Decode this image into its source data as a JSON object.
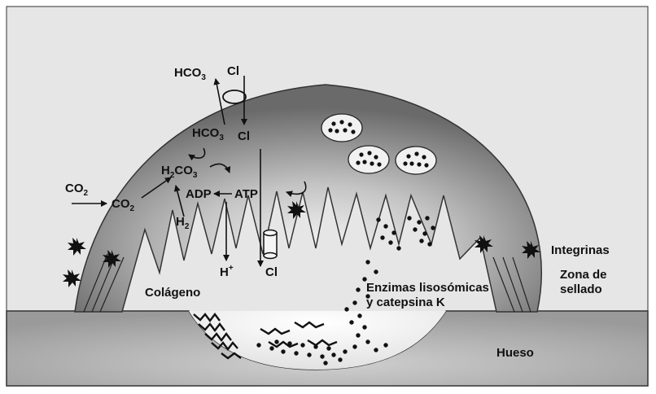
{
  "labels": {
    "hco3_out": "HCO",
    "hco3_out_sub": "3",
    "cl_top": "Cl",
    "hco3_in": "HCO",
    "hco3_in_sub": "3",
    "cl_in": "Cl",
    "h2co3_a": "H",
    "h2co3_sub1": "2",
    "h2co3_b": "CO",
    "h2co3_sub2": "3",
    "co2_out": "CO",
    "co2_out_sub": "2",
    "co2_in": "CO",
    "co2_in_sub": "2",
    "adp": "ADP",
    "atp": "ATP",
    "h2": "H",
    "h2_sub": "2",
    "hplus": "H",
    "hplus_sup": "+",
    "cl_bottom": "Cl",
    "colageno": "Colágeno",
    "enzimas_1": "Enzimas lisosómicas",
    "enzimas_2": "y catepsina K",
    "integrinas": "Integrinas",
    "zona_1": "Zona de",
    "zona_2": "sellado",
    "hueso": "Hueso"
  },
  "colors": {
    "cell_outer": "#6f6f6f",
    "cell_light": "#f2f2f2",
    "bone": "#a9a9a9",
    "background": "#e6e6e6",
    "ink": "#111111"
  }
}
